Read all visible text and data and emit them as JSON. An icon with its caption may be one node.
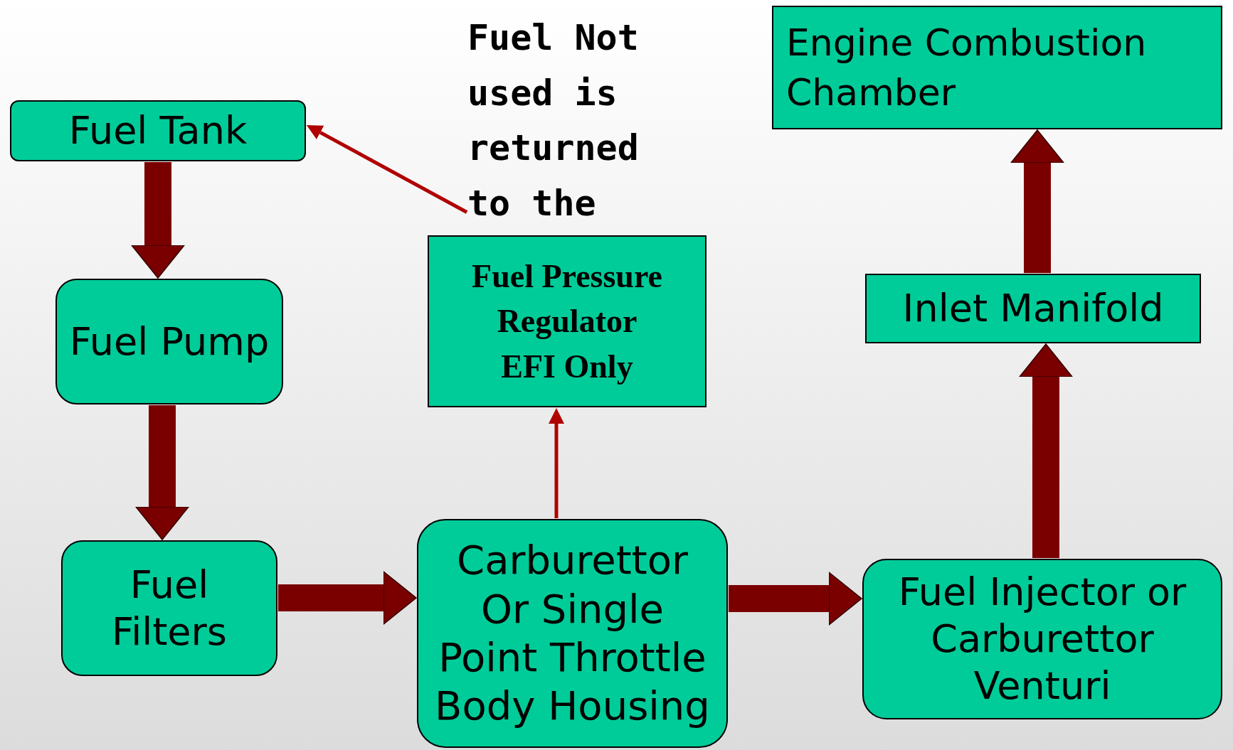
{
  "diagram": {
    "nodes": [
      {
        "text": [
          "Fuel Tank"
        ]
      },
      {
        "text": [
          "Fuel Pump"
        ]
      },
      {
        "text": [
          "Fuel Filters"
        ]
      },
      {
        "text": [
          "Carburettor Or Single Point Throttle Body Housing"
        ]
      },
      {
        "text": [
          "Fuel Pressure Regulator EFI Only"
        ]
      },
      {
        "text": [
          "Fuel Injector or Carburettor Venturi"
        ]
      },
      {
        "text": [
          "Inlet Manifold"
        ]
      },
      {
        "text": [
          "Engine Combustion Chamber"
        ]
      },
      {
        "text": [
          "Fuel Not used is returned to the"
        ]
      }
    ],
    "edges": [
      {
        "from": 0,
        "to": 1,
        "arrow": "to"
      },
      {
        "from": 1,
        "to": 2,
        "arrow": "to"
      },
      {
        "from": 2,
        "to": 3,
        "arrow": "to"
      },
      {
        "from": 3,
        "to": 4,
        "arrow": "to",
        "color": "#b00000"
      },
      {
        "from": 8,
        "to": 0,
        "arrow": "to",
        "color": "#b00000"
      },
      {
        "from": 3,
        "to": 5,
        "arrow": "to"
      },
      {
        "from": 5,
        "to": 6,
        "arrow": "to"
      },
      {
        "from": 6,
        "to": 7,
        "arrow": "to"
      }
    ]
  }
}
